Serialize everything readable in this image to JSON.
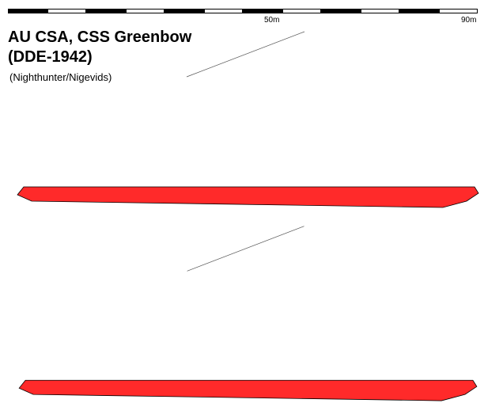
{
  "scale": {
    "mid_label": "50m",
    "end_label": "90m",
    "colors": {
      "dark": "#000000",
      "light": "#ffffff"
    }
  },
  "header": {
    "title_line1": "AU CSA, CSS Greenbow",
    "title_line2": "(DDE-1942)",
    "credit": "(Nighthunter/Nigevids)"
  },
  "colors": {
    "hull_grey": "#c8c8c8",
    "superstructure": "#d4d4d4",
    "dark_grey": "#808080",
    "boot_topping": "#000000",
    "antifouling": "#ff2a2a",
    "flag_red": "#e0202a",
    "flag_blue": "#1a3cc8"
  },
  "profiles": [
    {
      "name": "profile-view-1"
    },
    {
      "name": "profile-view-2"
    }
  ]
}
